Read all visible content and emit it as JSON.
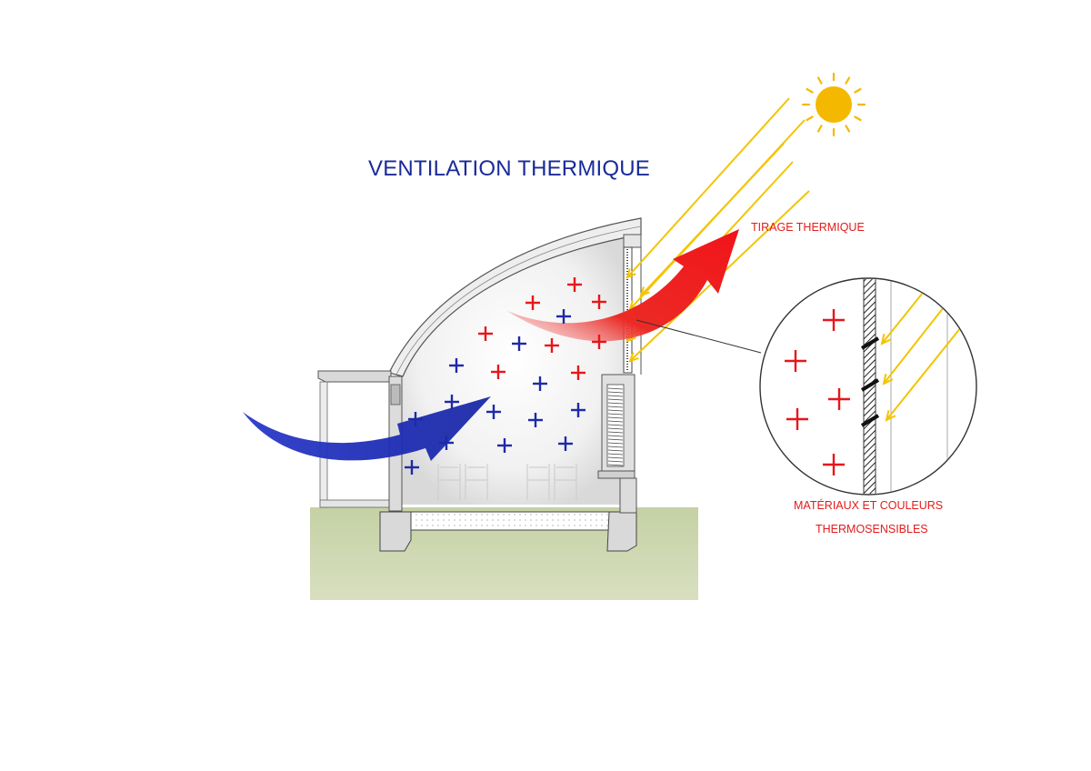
{
  "diagram": {
    "title": "VENTILATION THERMIQUE",
    "labels": {
      "thermal_draft": "TIRAGE THERMIQUE",
      "materials_line1": "MATÉRIAUX ET COULEURS",
      "materials_line2": "THERMOSENSIBLES"
    },
    "symbols": {
      "heat_marker": "+"
    },
    "colors": {
      "title": "#1a2a9a",
      "warm_air": "#e8151b",
      "cool_air": "#1d2aa8",
      "sun": "#f5b800",
      "sun_rays": "#f3c400",
      "label_red": "#e31b1b",
      "ground": "#c9d4a9"
    },
    "icons": [
      "sun-icon",
      "warm-air-arrow",
      "cool-air-arrow",
      "magnifier-detail-circle",
      "chair-icon"
    ]
  }
}
